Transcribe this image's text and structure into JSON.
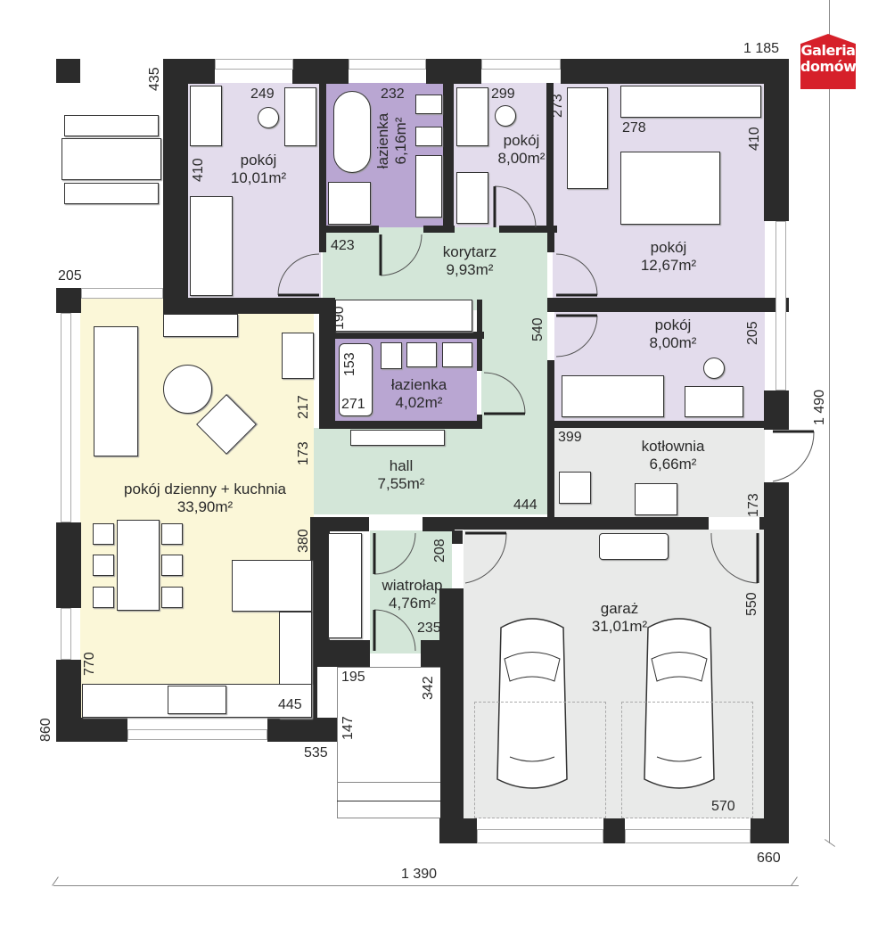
{
  "logo": {
    "line1": "Galeria",
    "line2": "domów",
    "color": "#d6202a"
  },
  "rooms": {
    "pokoj1": {
      "name": "pokój",
      "area": "10,01m²"
    },
    "lazienka1": {
      "name": "łazienka",
      "area": "6,16m²"
    },
    "pokoj2": {
      "name": "pokój",
      "area": "8,00m²"
    },
    "pokoj3": {
      "name": "pokój",
      "area": "12,67m²"
    },
    "korytarz": {
      "name": "korytarz",
      "area": "9,93m²"
    },
    "lazienka2": {
      "name": "łazienka",
      "area": "4,02m²"
    },
    "pokoj4": {
      "name": "pokój",
      "area": "8,00m²"
    },
    "dzienny": {
      "name": "pokój dzienny + kuchnia",
      "area": "33,90m²"
    },
    "hall": {
      "name": "hall",
      "area": "7,55m²"
    },
    "kotlownia": {
      "name": "kotłownia",
      "area": "6,66m²"
    },
    "wiatrolap": {
      "name": "wiatrołap",
      "area": "4,76m²"
    },
    "garaz": {
      "name": "garaż",
      "area": "31,01m²"
    }
  },
  "dimensions": {
    "d435": "435",
    "d249": "249",
    "d232": "232",
    "d299": "299",
    "d273": "273",
    "d1185": "1 185",
    "d278": "278",
    "d410a": "410",
    "d410b": "410",
    "d423": "423",
    "d205a": "205",
    "d190": "190",
    "d153": "153",
    "d271": "271",
    "d540": "540",
    "d205b": "205",
    "d217": "217",
    "d173a": "173",
    "d1490": "1 490",
    "d399": "399",
    "d173b": "173",
    "d444": "444",
    "d380": "380",
    "d208": "208",
    "d550": "550",
    "d235": "235",
    "d770": "770",
    "d195": "195",
    "d342": "342",
    "d445": "445",
    "d860": "860",
    "d147": "147",
    "d535": "535",
    "d570": "570",
    "d660": "660",
    "d1390": "1 390"
  },
  "colors": {
    "wall": "#2b2b2b",
    "bedroom": "#e3dcec",
    "bathroom": "#b9a6d2",
    "circulation": "#d3e6d8",
    "living": "#fbf7d8",
    "utility": "#e9eae9"
  }
}
